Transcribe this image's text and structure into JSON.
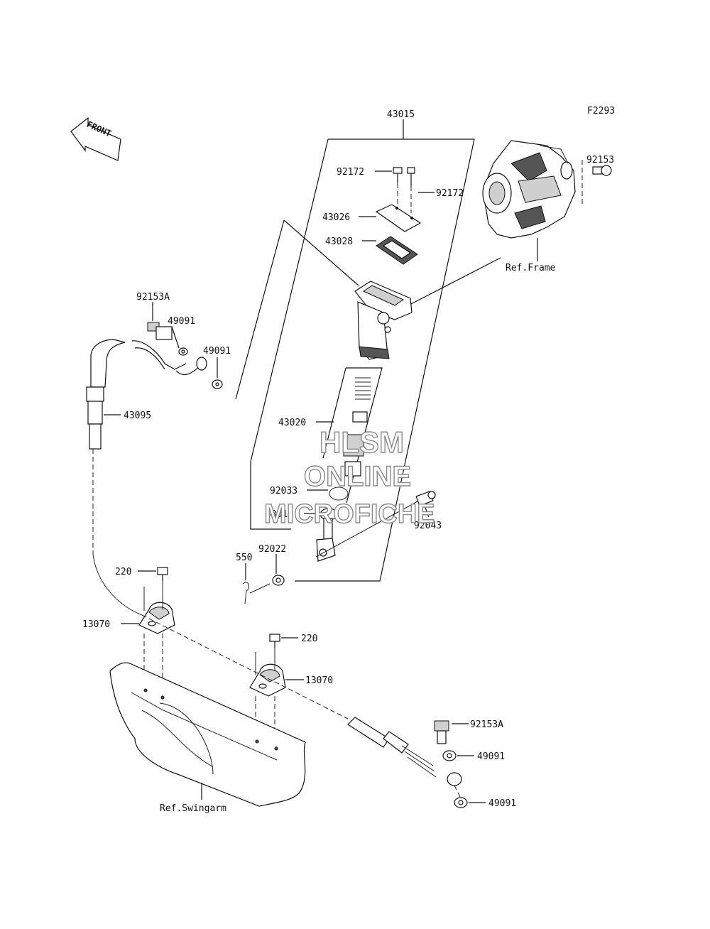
{
  "diagram_code": "F2293",
  "front_label": "FRONT",
  "watermark": {
    "line1": "HLSM",
    "line2": "ONLINE",
    "line3": "MICROFICHE"
  },
  "ref_labels": {
    "frame": "Ref.Frame",
    "swingarm": "Ref.Swingarm"
  },
  "callouts": {
    "p43015": "43015",
    "p92153_top": "92153",
    "p92172_a": "92172",
    "p92172_b": "92172",
    "p43026": "43026",
    "p43028": "43028",
    "p92153A_top": "92153A",
    "p49091_a": "49091",
    "p49091_b": "49091",
    "p43095": "43095",
    "p43020": "43020",
    "p92033": "92033",
    "p43010": "43010",
    "p92043": "92043",
    "p550": "550",
    "p92022": "92022",
    "p220_a": "220",
    "p13070_a": "13070",
    "p220_b": "220",
    "p13070_b": "13070",
    "p92153A_bottom": "92153A",
    "p49091_c": "49091",
    "p49091_d": "49091"
  }
}
